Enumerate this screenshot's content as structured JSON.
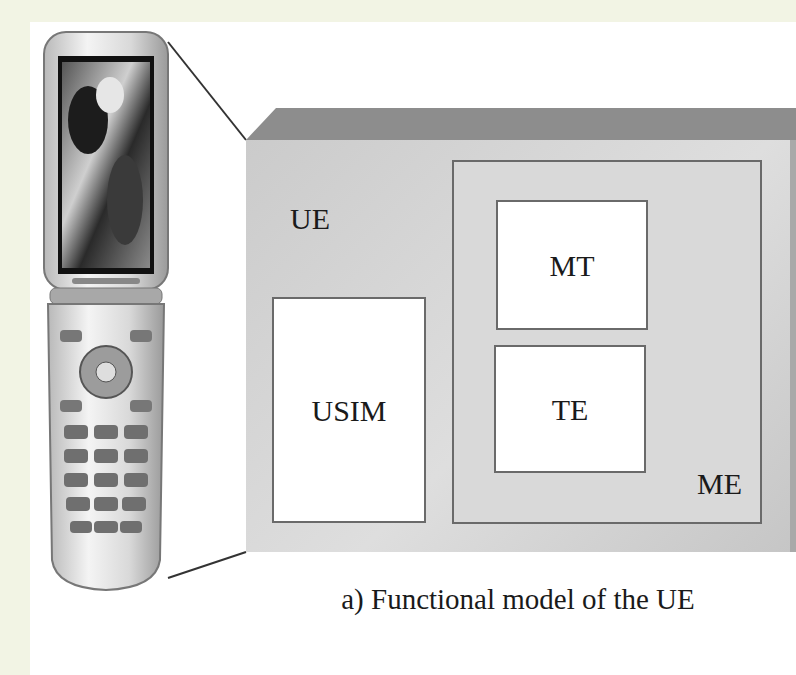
{
  "diagram": {
    "caption": "a) Functional model of the UE",
    "nodes": [
      {
        "text": [
          "UE"
        ]
      },
      {
        "text": [
          "USIM"
        ],
        "in": 0
      },
      {
        "text": [
          "ME"
        ],
        "in": 0
      },
      {
        "text": [
          "MT"
        ],
        "in": 2
      },
      {
        "text": [
          "TE"
        ],
        "in": 2
      }
    ]
  }
}
